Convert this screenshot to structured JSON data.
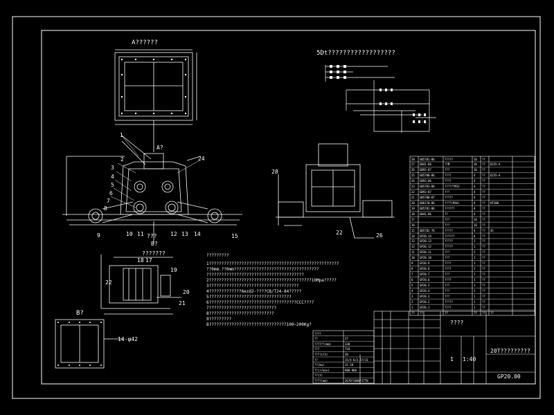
{
  "views": {
    "a_view_title": "A??????",
    "a_marker": "A?",
    "b_marker_bottom": "B?",
    "front_caption": "???",
    "b_view_title": "B?",
    "b_view_dim": "14-φ42",
    "detail_title": "???????",
    "schematic_title": "5Dt??????????????????"
  },
  "part_numbers": {
    "left": [
      "1",
      "2",
      "3",
      "4",
      "5",
      "6",
      "7",
      "8",
      "9"
    ],
    "right": [
      "24",
      "10",
      "11",
      "12",
      "13",
      "14",
      "15"
    ],
    "detail": [
      "18",
      "17",
      "19",
      "20",
      "21",
      "22"
    ],
    "side": [
      "28",
      "22",
      "26"
    ]
  },
  "tech_notes": {
    "heading": "?????????",
    "lines": [
      "1????????????????????????????????????????????????????",
      "??0mm.??0mm??????????????????????????????????",
      "???????????????????????????????????????",
      "2?????????????????????????????????????????10Mpa?????",
      "3????????????????????????????????????",
      "4?????????????6ezd2-????CB/T24-84?????",
      "5?????????????????????????????????",
      "6???????????????????????????????????CCC????",
      "7???????????????????????????",
      "8??????????????????????????",
      "9?????????",
      "8???????????????????????????????100~200Kg?"
    ]
  },
  "title_block": {
    "company": "????",
    "drawing_title": "20T?????????",
    "drawing_no": "GP20.00",
    "scale": "1:40",
    "sheet": "1"
  },
  "param_table": {
    "rows": [
      [
        "????",
        ""
      ],
      [
        "??",
        "27"
      ],
      [
        "??????(mm)",
        "330"
      ],
      [
        "???",
        "710"
      ],
      [
        "???(t/h)",
        "20"
      ],
      [
        "??",
        "15/4 6/2.5?/11"
      ],
      [
        "??(kw)",
        "15  10"
      ],
      [
        "??(r/min)",
        "980  960"
      ],
      [
        "??(t)",
        ""
      ],
      [
        "????(mm)",
        "2670*2040*2770"
      ]
    ]
  },
  "bom": {
    "rows": [
      [
        "28",
        "GB5781-86",
        "?????",
        "16",
        "??",
        ""
      ],
      [
        "27",
        "GB41-86",
        "??M",
        "16",
        "??",
        "Q235-A"
      ],
      [
        "26",
        "GB93-87",
        "???",
        "16",
        "??",
        ""
      ],
      [
        "25",
        "GB5780-86",
        "????",
        "4",
        "??",
        "Q235-A"
      ],
      [
        "24",
        "GB93-86",
        "????",
        "4",
        "??",
        ""
      ],
      [
        "23",
        "GB5783-86",
        "??????M12",
        "4",
        "??",
        ""
      ],
      [
        "22",
        "GB93-87",
        "???",
        "4",
        "??",
        ""
      ],
      [
        "21",
        "GB5780-87",
        "?????",
        "4",
        "??",
        ""
      ],
      [
        "20",
        "GB6170-86",
        "????(M16)",
        "4",
        "??",
        "HT200"
      ],
      [
        "19",
        "GB5781-86",
        "??????",
        "4",
        "??",
        ""
      ],
      [
        "18",
        "GB41-86",
        "??",
        "4",
        "??",
        ""
      ],
      [
        "17",
        "",
        "???",
        "16",
        "??",
        ""
      ],
      [
        "16",
        "",
        "???",
        "16",
        "??",
        ""
      ],
      [
        "15",
        "GB5782-76",
        "?????",
        "4",
        "??",
        "45"
      ],
      [
        "14",
        "GP20.14",
        "??????",
        "4",
        "??",
        ""
      ],
      [
        "13",
        "GP20.13",
        "?????",
        "1",
        "??",
        ""
      ],
      [
        "12",
        "GP20.12",
        "?????",
        "1",
        "??",
        ""
      ],
      [
        "11",
        "GP20.11",
        "???",
        "2",
        "??",
        ""
      ],
      [
        "10",
        "GP20.10",
        "???",
        "1",
        "??",
        ""
      ],
      [
        "9",
        "GP20.9",
        "????",
        "1",
        "??",
        ""
      ],
      [
        "8",
        "GP20.8",
        "????",
        "2",
        "??",
        ""
      ],
      [
        "7",
        "GP20.7",
        "???",
        "1",
        "??",
        ""
      ],
      [
        "6",
        "GP20.6",
        "????",
        "1",
        "??",
        ""
      ],
      [
        "5",
        "GP20.5",
        "???",
        "1",
        "??",
        ""
      ],
      [
        "4",
        "GP20.4",
        "???",
        "1",
        "??",
        ""
      ],
      [
        "3",
        "GP20.3",
        "???",
        "1",
        "??",
        ""
      ],
      [
        "2",
        "GP20.2",
        "?????",
        "1",
        "??",
        ""
      ],
      [
        "1",
        "GP20.1",
        "????",
        "1",
        "??",
        ""
      ],
      [
        "??",
        "??",
        "??",
        "??",
        "??",
        "??"
      ]
    ]
  }
}
